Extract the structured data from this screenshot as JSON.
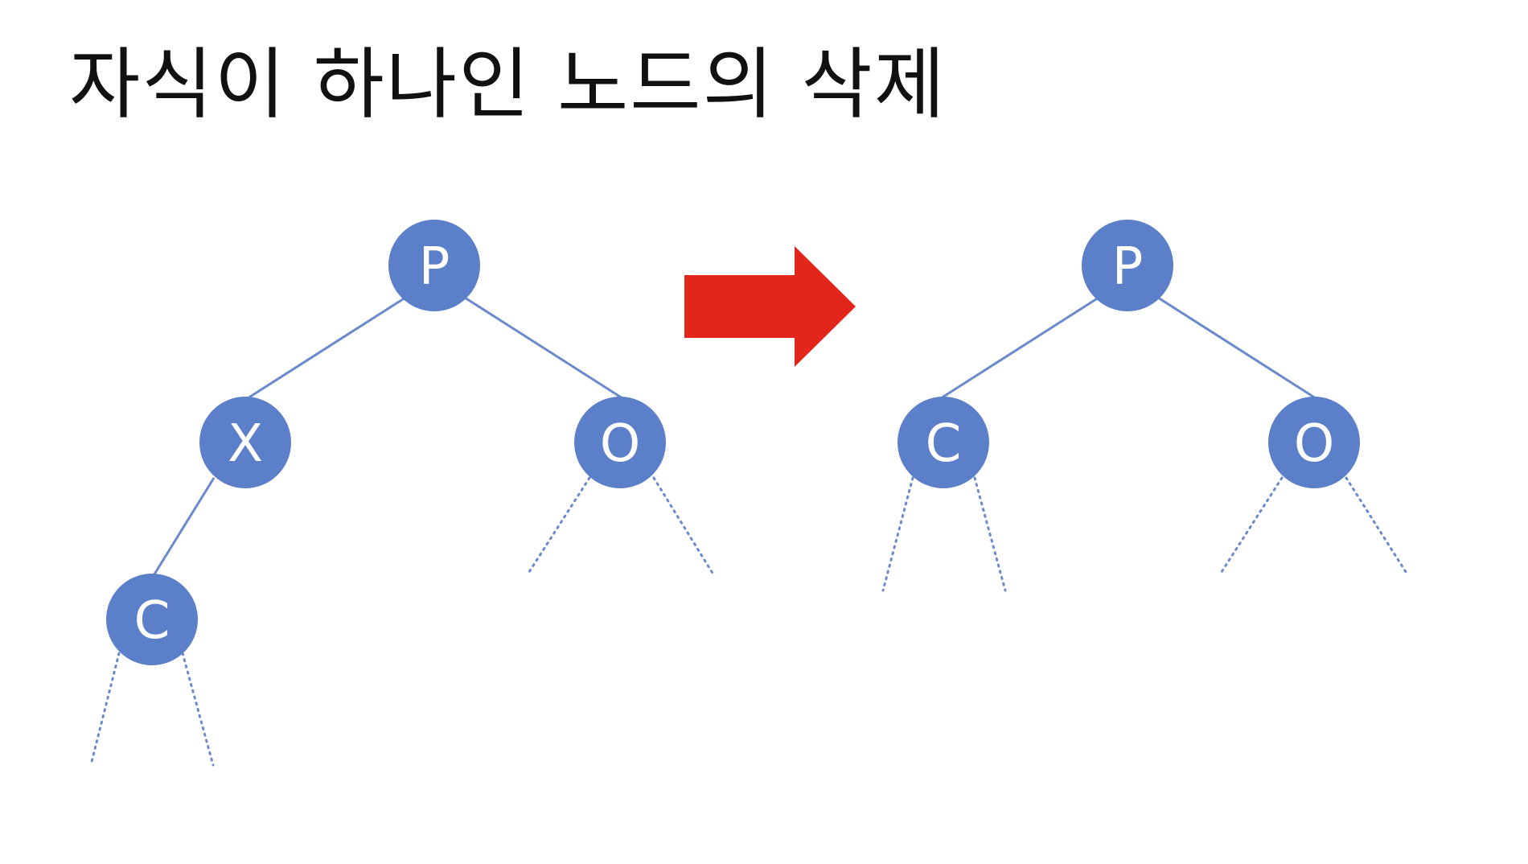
{
  "title": "자식이 하나인 노드의 삭제",
  "colors": {
    "node_fill": "#5b7fc9",
    "edge": "#6a8acb",
    "arrow": "#e3261c",
    "label": "#ffffff"
  },
  "before_tree": {
    "nodes": [
      {
        "id": "P",
        "label": "P"
      },
      {
        "id": "X",
        "label": "X"
      },
      {
        "id": "O",
        "label": "O"
      },
      {
        "id": "C",
        "label": "C"
      }
    ],
    "edges": [
      [
        "P",
        "X"
      ],
      [
        "P",
        "O"
      ],
      [
        "X",
        "C"
      ]
    ]
  },
  "after_tree": {
    "nodes": [
      {
        "id": "P",
        "label": "P"
      },
      {
        "id": "C",
        "label": "C"
      },
      {
        "id": "O",
        "label": "O"
      }
    ],
    "edges": [
      [
        "P",
        "C"
      ],
      [
        "P",
        "O"
      ]
    ]
  },
  "arrow": {
    "direction": "right",
    "icon": "right-arrow-icon"
  }
}
